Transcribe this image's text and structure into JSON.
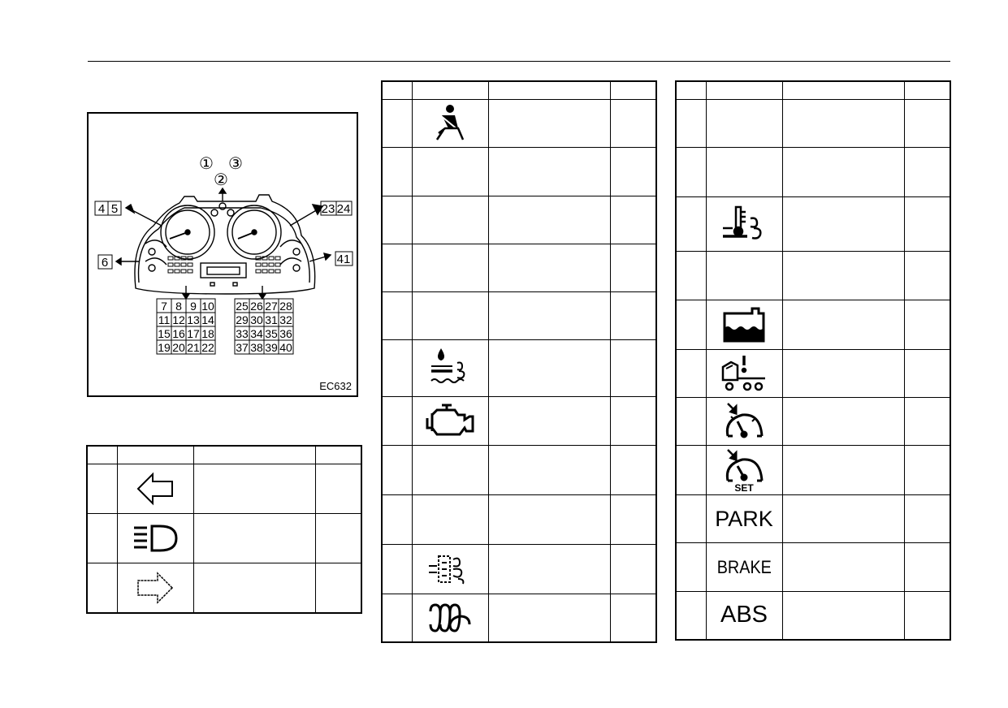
{
  "figure": {
    "code": "EC632",
    "callouts_top": [
      "①",
      "②",
      "③"
    ],
    "label_left_top": [
      "4",
      "5"
    ],
    "label_left_mid": "6",
    "label_right_top": [
      "23",
      "24"
    ],
    "label_right_mid": "41",
    "grid_left": [
      [
        "7",
        "8",
        "9",
        "10"
      ],
      [
        "11",
        "12",
        "13",
        "14"
      ],
      [
        "15",
        "16",
        "17",
        "18"
      ],
      [
        "19",
        "20",
        "21",
        "22"
      ]
    ],
    "grid_right": [
      [
        "25",
        "26",
        "27",
        "28"
      ],
      [
        "29",
        "30",
        "31",
        "32"
      ],
      [
        "33",
        "34",
        "35",
        "36"
      ],
      [
        "37",
        "38",
        "39",
        "40"
      ]
    ]
  },
  "table_small": {
    "rows": [
      {
        "icon": "left-arrow-icon"
      },
      {
        "icon": "high-beam-icon"
      },
      {
        "icon": "right-arrow-icon"
      }
    ]
  },
  "table_mid": {
    "rows": [
      {
        "icon": "seatbelt-icon"
      },
      {
        "icon": ""
      },
      {
        "icon": ""
      },
      {
        "icon": ""
      },
      {
        "icon": ""
      },
      {
        "icon": "water-in-fuel-icon"
      },
      {
        "icon": "check-engine-icon"
      },
      {
        "icon": ""
      },
      {
        "icon": ""
      },
      {
        "icon": "exhaust-filter-icon"
      },
      {
        "icon": "glow-plug-icon"
      }
    ]
  },
  "table_right": {
    "rows": [
      {
        "icon": ""
      },
      {
        "icon": ""
      },
      {
        "icon": "exhaust-temp-icon"
      },
      {
        "icon": ""
      },
      {
        "icon": "coolant-level-icon"
      },
      {
        "icon": "cab-tilt-icon"
      },
      {
        "icon": "cruise-control-icon"
      },
      {
        "icon": "cruise-set-icon",
        "label": "SET"
      },
      {
        "icon": "park-text",
        "label": "PARK"
      },
      {
        "icon": "brake-text",
        "label": "BRAKE"
      },
      {
        "icon": "abs-text",
        "label": "ABS"
      }
    ]
  }
}
